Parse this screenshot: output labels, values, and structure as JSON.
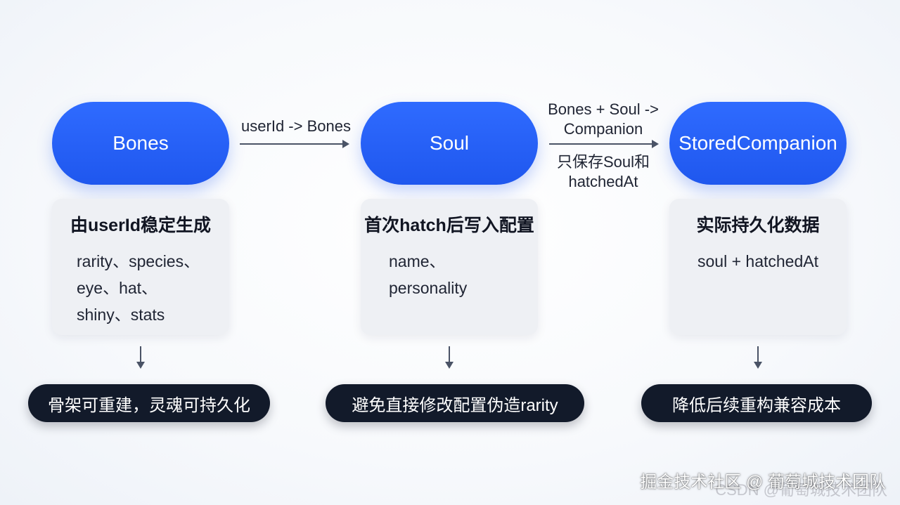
{
  "nodes": [
    {
      "label": "Bones"
    },
    {
      "label": "Soul"
    },
    {
      "label": "StoredCompanion"
    }
  ],
  "edges": [
    {
      "lines": [
        "userId -> Bones"
      ]
    },
    {
      "lines": [
        "Bones + Soul ->",
        "Companion"
      ],
      "sub_lines": [
        "只保存Soul和",
        "hatchedAt"
      ]
    }
  ],
  "cards": [
    {
      "title": "由userId稳定生成",
      "lines": [
        "rarity、species、",
        "eye、hat、",
        "shiny、stats"
      ]
    },
    {
      "title": "首次hatch后写入配置",
      "lines": [
        "name、",
        "personality"
      ]
    },
    {
      "title": "实际持久化数据",
      "lines": [
        "soul + hatchedAt"
      ]
    }
  ],
  "footers": [
    {
      "label": "骨架可重建，灵魂可持久化"
    },
    {
      "label": "避免直接修改配置伪造rarity"
    },
    {
      "label": "降低后续重构兼容成本"
    }
  ],
  "watermark": {
    "text": "掘金技术社区 @ 葡萄城技术团队",
    "under_text": "CSDN @葡萄城技术团队"
  },
  "colors": {
    "node_blue": "#1f57ee",
    "footer_dark": "#121a2a",
    "card_bg": "#eef0f4"
  }
}
